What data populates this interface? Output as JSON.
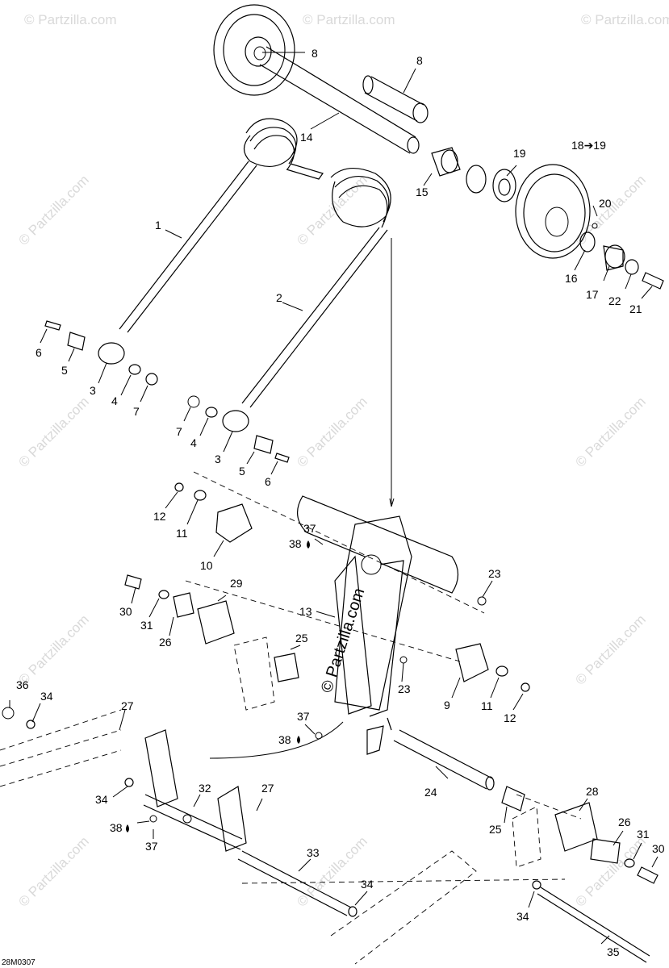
{
  "diagram": {
    "drawing_code": "28M0307",
    "watermark": "© Partzilla.com",
    "side_watermark": "© Partzilla.com",
    "arrow_label": "18➔19",
    "callouts": [
      {
        "id": "c8a",
        "text": "8"
      },
      {
        "id": "c8b",
        "text": "8"
      },
      {
        "id": "c14",
        "text": "14"
      },
      {
        "id": "c19",
        "text": "19"
      },
      {
        "id": "c18",
        "text": "18➔19"
      },
      {
        "id": "c15",
        "text": "15"
      },
      {
        "id": "c20",
        "text": "20"
      },
      {
        "id": "c16",
        "text": "16"
      },
      {
        "id": "c17",
        "text": "17"
      },
      {
        "id": "c22",
        "text": "22"
      },
      {
        "id": "c21",
        "text": "21"
      },
      {
        "id": "c1",
        "text": "1"
      },
      {
        "id": "c2",
        "text": "2"
      },
      {
        "id": "c6a",
        "text": "6"
      },
      {
        "id": "c5a",
        "text": "5"
      },
      {
        "id": "c3a",
        "text": "3"
      },
      {
        "id": "c4a",
        "text": "4"
      },
      {
        "id": "c7a",
        "text": "7"
      },
      {
        "id": "c7b",
        "text": "7"
      },
      {
        "id": "c4b",
        "text": "4"
      },
      {
        "id": "c3b",
        "text": "3"
      },
      {
        "id": "c5b",
        "text": "5"
      },
      {
        "id": "c6b",
        "text": "6"
      },
      {
        "id": "c12a",
        "text": "12"
      },
      {
        "id": "c11a",
        "text": "11"
      },
      {
        "id": "c10",
        "text": "10"
      },
      {
        "id": "c37a",
        "text": "37"
      },
      {
        "id": "c38a",
        "text": "38"
      },
      {
        "id": "c23a",
        "text": "23"
      },
      {
        "id": "c29",
        "text": "29"
      },
      {
        "id": "c30a",
        "text": "30"
      },
      {
        "id": "c31a",
        "text": "31"
      },
      {
        "id": "c26a",
        "text": "26"
      },
      {
        "id": "c13",
        "text": "13"
      },
      {
        "id": "c25a",
        "text": "25"
      },
      {
        "id": "c23b",
        "text": "23"
      },
      {
        "id": "c9",
        "text": "9"
      },
      {
        "id": "c11b",
        "text": "11"
      },
      {
        "id": "c12b",
        "text": "12"
      },
      {
        "id": "c36",
        "text": "36"
      },
      {
        "id": "c34a",
        "text": "34"
      },
      {
        "id": "c27a",
        "text": "27"
      },
      {
        "id": "c37b",
        "text": "37"
      },
      {
        "id": "c38b",
        "text": "38"
      },
      {
        "id": "c24",
        "text": "24"
      },
      {
        "id": "c34b",
        "text": "34"
      },
      {
        "id": "c32",
        "text": "32"
      },
      {
        "id": "c27b",
        "text": "27"
      },
      {
        "id": "c38c",
        "text": "38"
      },
      {
        "id": "c37c",
        "text": "37"
      },
      {
        "id": "c28",
        "text": "28"
      },
      {
        "id": "c25b",
        "text": "25"
      },
      {
        "id": "c26b",
        "text": "26"
      },
      {
        "id": "c31b",
        "text": "31"
      },
      {
        "id": "c30b",
        "text": "30"
      },
      {
        "id": "c33",
        "text": "33"
      },
      {
        "id": "c34c",
        "text": "34"
      },
      {
        "id": "c34d",
        "text": "34"
      },
      {
        "id": "c35",
        "text": "35"
      }
    ]
  }
}
